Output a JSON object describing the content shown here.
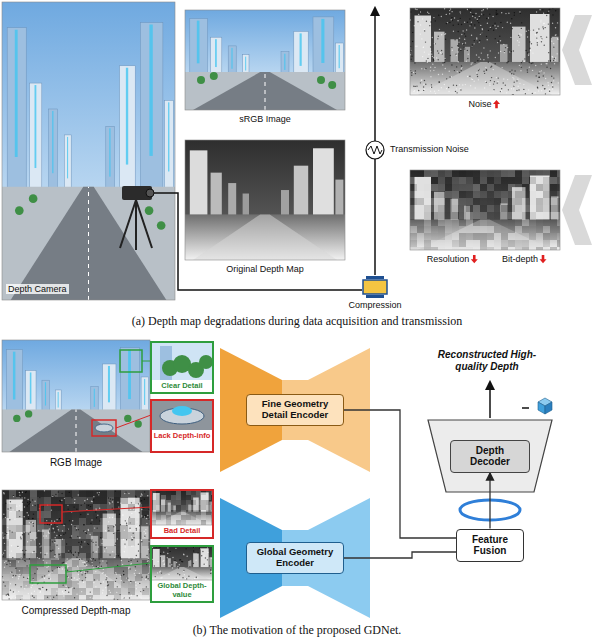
{
  "diagram": {
    "nodes": [
      {
        "text": [
          "Fine Geometry Detail Encoder"
        ]
      },
      {
        "text": [
          "Depth Decoder"
        ]
      },
      {
        "text": [
          "Global Geometry Encoder"
        ]
      },
      {
        "text": [
          "Feature Fusion"
        ]
      }
    ],
    "edges": [
      {
        "from": 0,
        "to": 3,
        "arrow": "none"
      },
      {
        "from": 2,
        "to": 3,
        "arrow": "none"
      },
      {
        "from": 3,
        "to": 1,
        "arrow": "to"
      }
    ],
    "labels": [
      "sRGB Image",
      "Noise",
      "Transmission Noise",
      "Original Depth Map",
      "Resolution",
      "Bit-depth",
      "Depth Camera",
      "Compression",
      "(a) Depth map degradations during data acquisition and transmission",
      "Clear Detail",
      "Reconstructed High-quality Depth",
      "Lack Depth-info",
      "RGB Image",
      "Bad Detail",
      "Global Depth-value",
      "Compressed Depth-map",
      "(b) The motivation of the proposed GDNet."
    ]
  }
}
